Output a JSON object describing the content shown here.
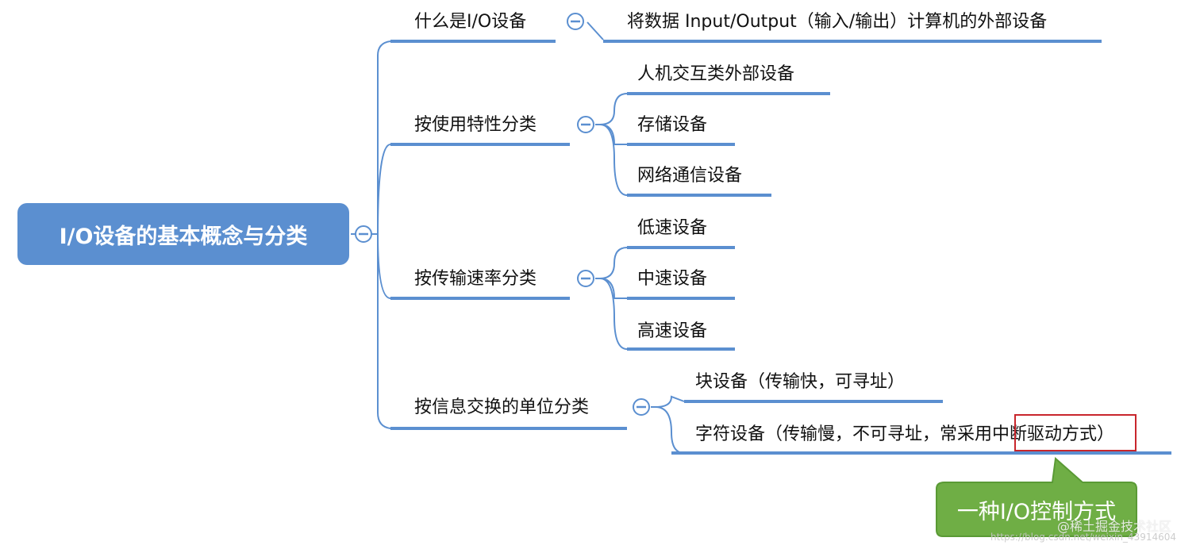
{
  "mindmap": {
    "root": {
      "label": "I/O设备的基本概念与分类"
    },
    "branches": [
      {
        "label": "什么是I/O设备",
        "children": [
          "将数据 Input/Output（输入/输出）计算机的外部设备"
        ]
      },
      {
        "label": "按使用特性分类",
        "children": [
          "人机交互类外部设备",
          "存储设备",
          "网络通信设备"
        ]
      },
      {
        "label": "按传输速率分类",
        "children": [
          "低速设备",
          "中速设备",
          "高速设备"
        ]
      },
      {
        "label": "按信息交换的单位分类",
        "children": [
          "块设备（传输快，可寻址）",
          "字符设备（传输慢，不可寻址，常采用中断驱动方式）"
        ]
      }
    ],
    "collapse_symbol": "⊖"
  },
  "callout": {
    "text": "一种I/O控制方式"
  },
  "watermark": {
    "line1": "@稀土掘金技术社区",
    "line2": "https://blog.csdn.net/weixin_43914604"
  },
  "colors": {
    "connector": "#5b8fd0",
    "root_fill": "#5b8fd0",
    "callout_fill": "#6fae45",
    "callout_border": "#5a9a35",
    "highlight_border": "#c8262c",
    "underline": "#5b8fd0"
  }
}
